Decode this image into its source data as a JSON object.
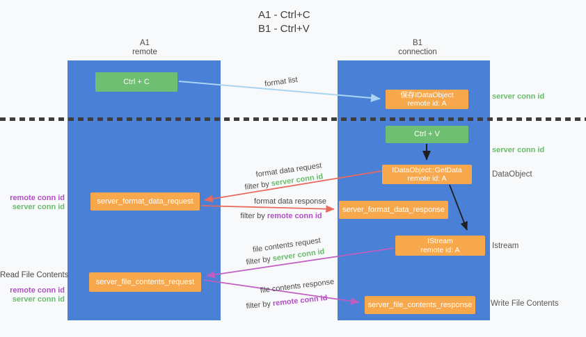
{
  "title": {
    "line1": "A1 - Ctrl+C",
    "line2": "B1 - Ctrl+V"
  },
  "colors": {
    "lane_blue": "#4a80d6",
    "box_orange": "#f8a84c",
    "box_green": "#6fbf72",
    "arrow_light_blue": "#a9d4f2",
    "arrow_red": "#e96a5e",
    "arrow_magenta": "#c05ec2",
    "arrow_black": "#1f1f1f",
    "label_green": "#6abb6e",
    "label_purple": "#b14fc6"
  },
  "lanes": {
    "left": {
      "name": "A1",
      "subtitle": "remote"
    },
    "right": {
      "name": "B1",
      "subtitle": "connection"
    }
  },
  "boxes": {
    "ctrl_c": {
      "label": "Ctrl + C"
    },
    "save_idataobject": {
      "line1": "保存IDataObject",
      "line2": "remote id: A"
    },
    "ctrl_v": {
      "label": "Ctrl + V"
    },
    "getdata": {
      "line1": "IDataObject::GetData",
      "line2": "remote id: A"
    },
    "format_request": {
      "label": "server_format_data_request"
    },
    "format_response": {
      "label": "server_format_data_response"
    },
    "istream": {
      "line1": "IStream",
      "line2": "remote id: A"
    },
    "file_request": {
      "label": "server_file_contents_request"
    },
    "file_response": {
      "label": "server_file_contents_response"
    }
  },
  "flow_labels": {
    "format_list": "format list",
    "format_data_request": "format data request",
    "format_data_response": "format data response",
    "file_contents_request": "file contents request",
    "file_contents_response": "file contents response",
    "filter_by": "filter by",
    "server_conn_id": "server conn id",
    "remote_conn_id": "remote conn id"
  },
  "side_labels": {
    "left": {
      "top_remote": "remote conn id",
      "top_server": "server conn id",
      "read_file_contents": "Read File Contents",
      "bottom_remote": "remote conn id",
      "bottom_server": "server conn id"
    },
    "right": {
      "server_conn_top": "server conn id",
      "server_conn_mid": "server conn id",
      "dataobject": "DataObject",
      "istream": "Istream",
      "write_file_contents": "Write File Contents"
    }
  }
}
